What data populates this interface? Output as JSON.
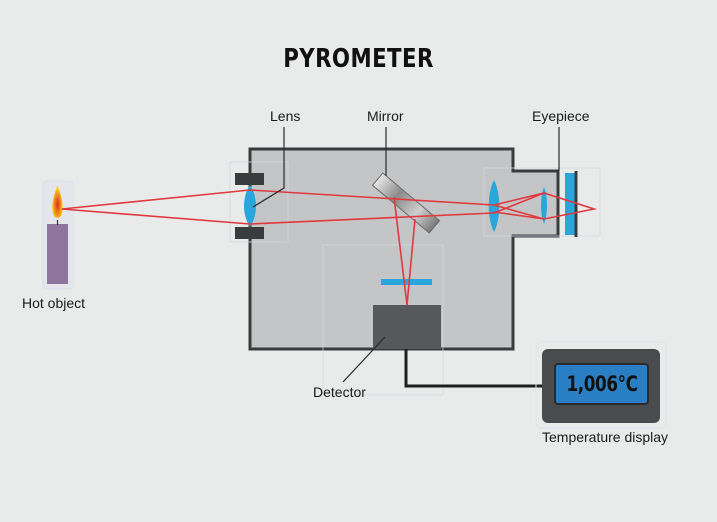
{
  "title": "PYROMETER",
  "labels": {
    "hot_object": "Hot object",
    "lens": "Lens",
    "mirror": "Mirror",
    "eyepiece": "Eyepiece",
    "detector": "Detector",
    "temperature_display": "Temperature display"
  },
  "display": {
    "reading": "1,006°C"
  },
  "colors": {
    "background": "#e9ebea",
    "housing_fill": "#c4c5c7",
    "housing_stroke": "#3a3b3d",
    "light_ray": "#e0393e",
    "lens_blue": "#2aa6dc",
    "candle_purple": "#8e759e",
    "detector_gray": "#57585b",
    "display_screen": "#2a7fc4",
    "display_body": "#4a4b4d"
  }
}
